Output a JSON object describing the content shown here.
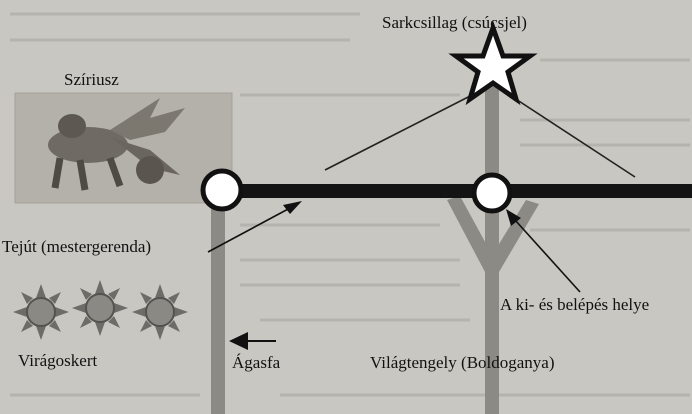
{
  "labels": {
    "polaris": "Sarkcsillag (csúcsjel)",
    "sirius": "Szíriusz",
    "milky_way": "Tejút (mestergerenda)",
    "entry_point": "A ki- és belépés helye",
    "flower_garden": "Virágoskert",
    "branch_pole": "Ágasfa",
    "world_axis": "Világtengely (Boldoganya)"
  },
  "icons": {
    "star": "five-point-star-outline",
    "sun": "sun-with-rays",
    "sirius_image": "winged-animal-relief"
  },
  "colors": {
    "background": "#c9c7c1",
    "beam": "#141414",
    "pole": "#8c8a85",
    "ink": "#111111",
    "ring_fill": "#ffffff"
  }
}
